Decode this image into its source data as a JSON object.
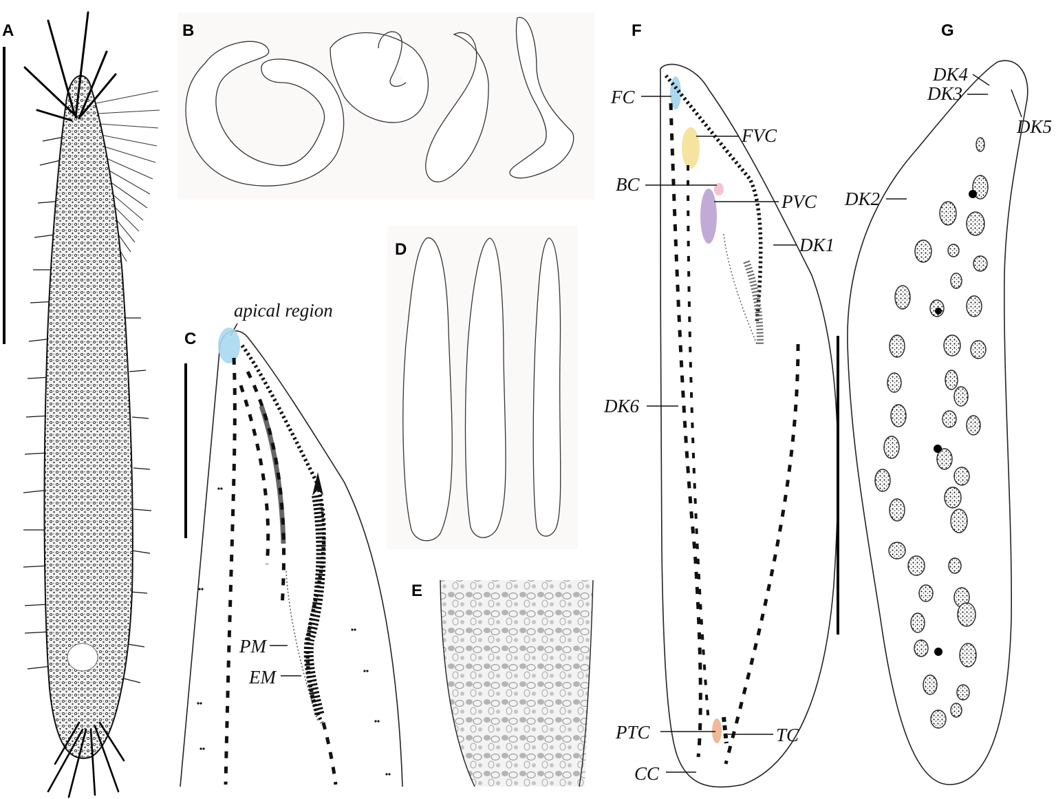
{
  "panels": {
    "A": "A",
    "B": "B",
    "C": "C",
    "D": "D",
    "E": "E",
    "F": "F",
    "G": "G"
  },
  "labels_C": {
    "apical": "apical region",
    "pm": "PM",
    "em": "EM"
  },
  "labels_F": {
    "fc": "FC",
    "fvc": "FVC",
    "bc": "BC",
    "pvc": "PVC",
    "dk1": "DK1",
    "dk6": "DK6",
    "ptc": "PTC",
    "tc": "TC",
    "cc": "CC"
  },
  "labels_G": {
    "dk4": "DK4",
    "dk3": "DK3",
    "dk5": "DK5",
    "dk2": "DK2"
  },
  "colors": {
    "fc": "#a9d8ef",
    "fvc": "#f7e3a0",
    "bc": "#f6c2cf",
    "pvc": "#c2aad6",
    "ptc": "#f2b89a",
    "panel_b_bg": "#fbf9f9"
  }
}
